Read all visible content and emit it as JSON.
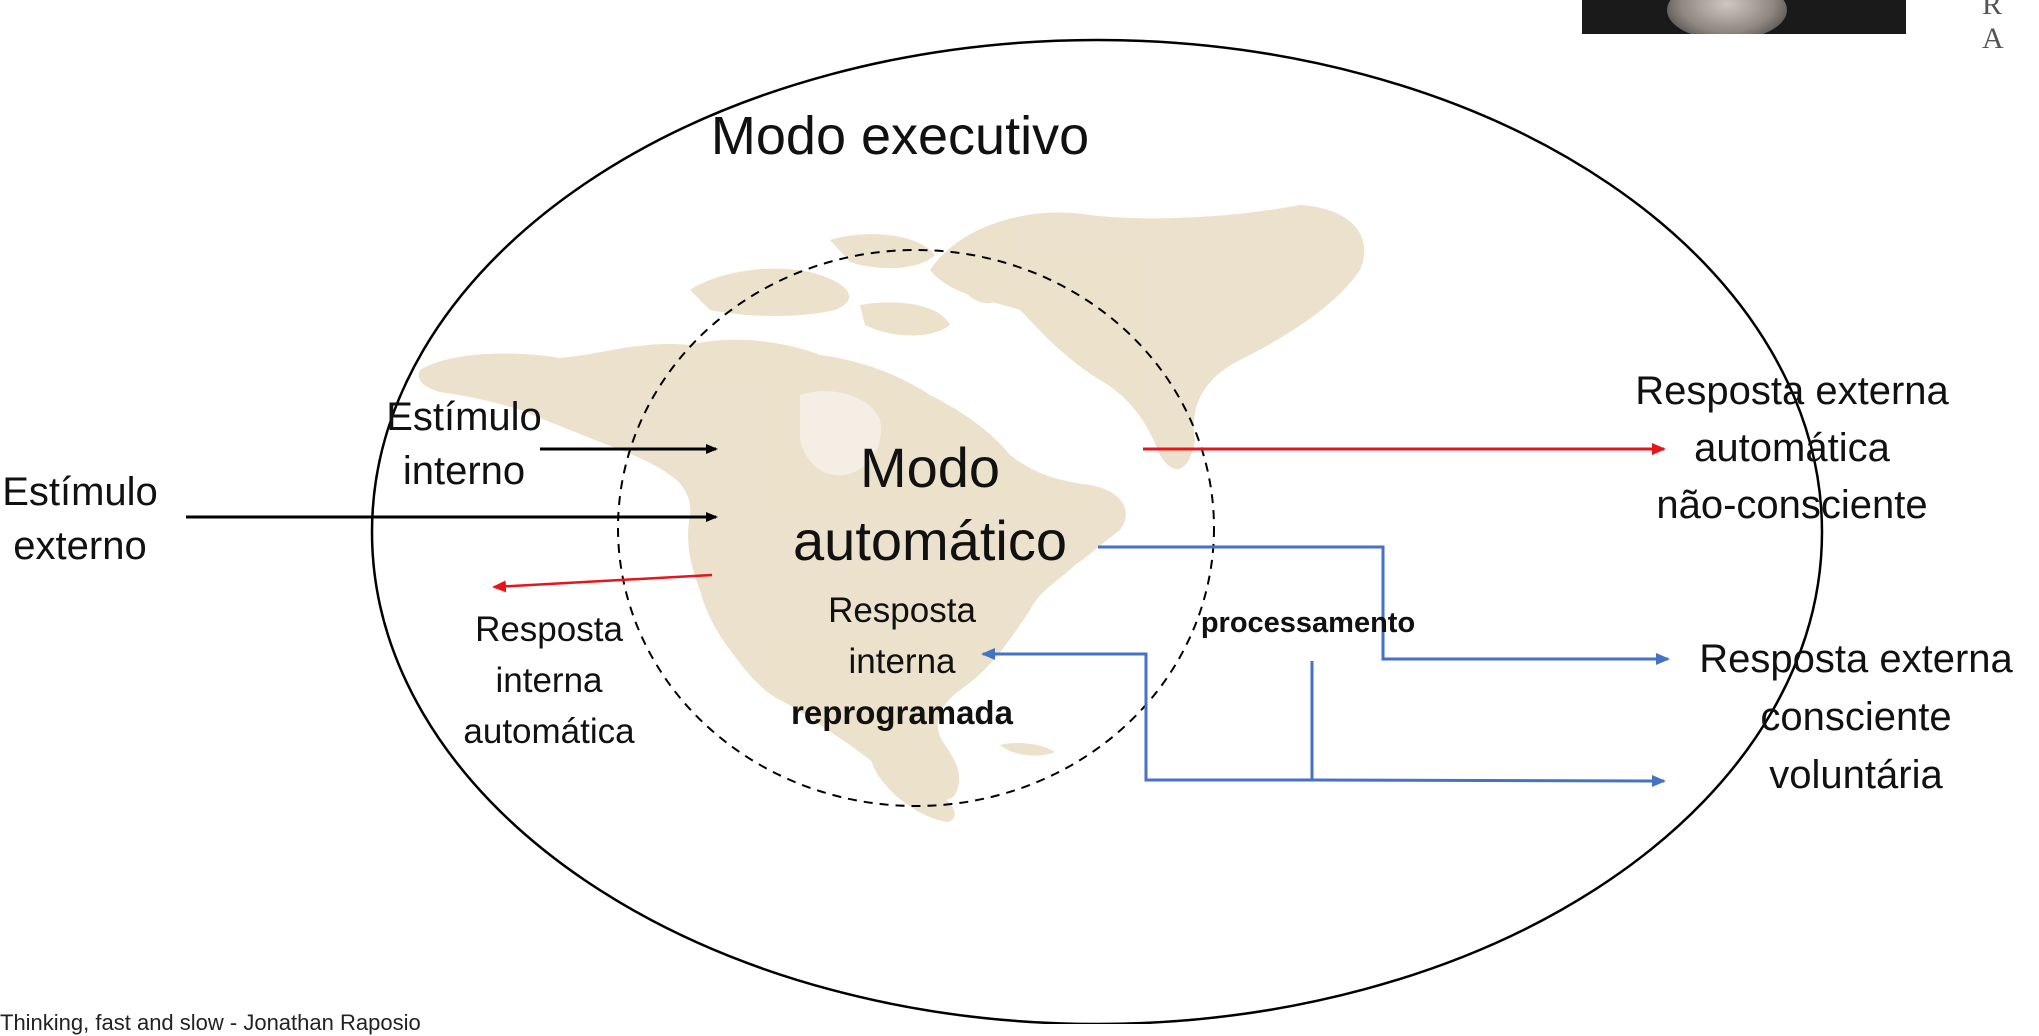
{
  "title": "Modo executivo",
  "center": {
    "line1": "Modo",
    "line2": "automático"
  },
  "stimulus_internal": {
    "line1": "Estímulo",
    "line2": "interno"
  },
  "stimulus_external": {
    "line1": "Estímulo",
    "line2": "externo"
  },
  "internal_auto_response": {
    "line1": "Resposta",
    "line2": "interna",
    "line3": "automática"
  },
  "internal_reprogrammed": {
    "line1": "Resposta",
    "line2": "interna",
    "line3": "reprogramada"
  },
  "processing": "processamento",
  "external_auto_response": {
    "line1": "Resposta externa",
    "line2": "automática",
    "line3": "não-consciente"
  },
  "external_conscious_response": {
    "line1": "Resposta externa",
    "line2": "consciente",
    "line3": "voluntária"
  },
  "brand_partial": "R A",
  "caption_partial": "Thinking, fast and slow - Jonathan Raposio",
  "colors": {
    "red_arrow": "#e8141b",
    "blue_arrow": "#4472c4",
    "black_arrow": "#000000",
    "map_fill": "#e9dcc3"
  },
  "icons": [
    "arrow-right-icon",
    "arrow-left-icon"
  ]
}
